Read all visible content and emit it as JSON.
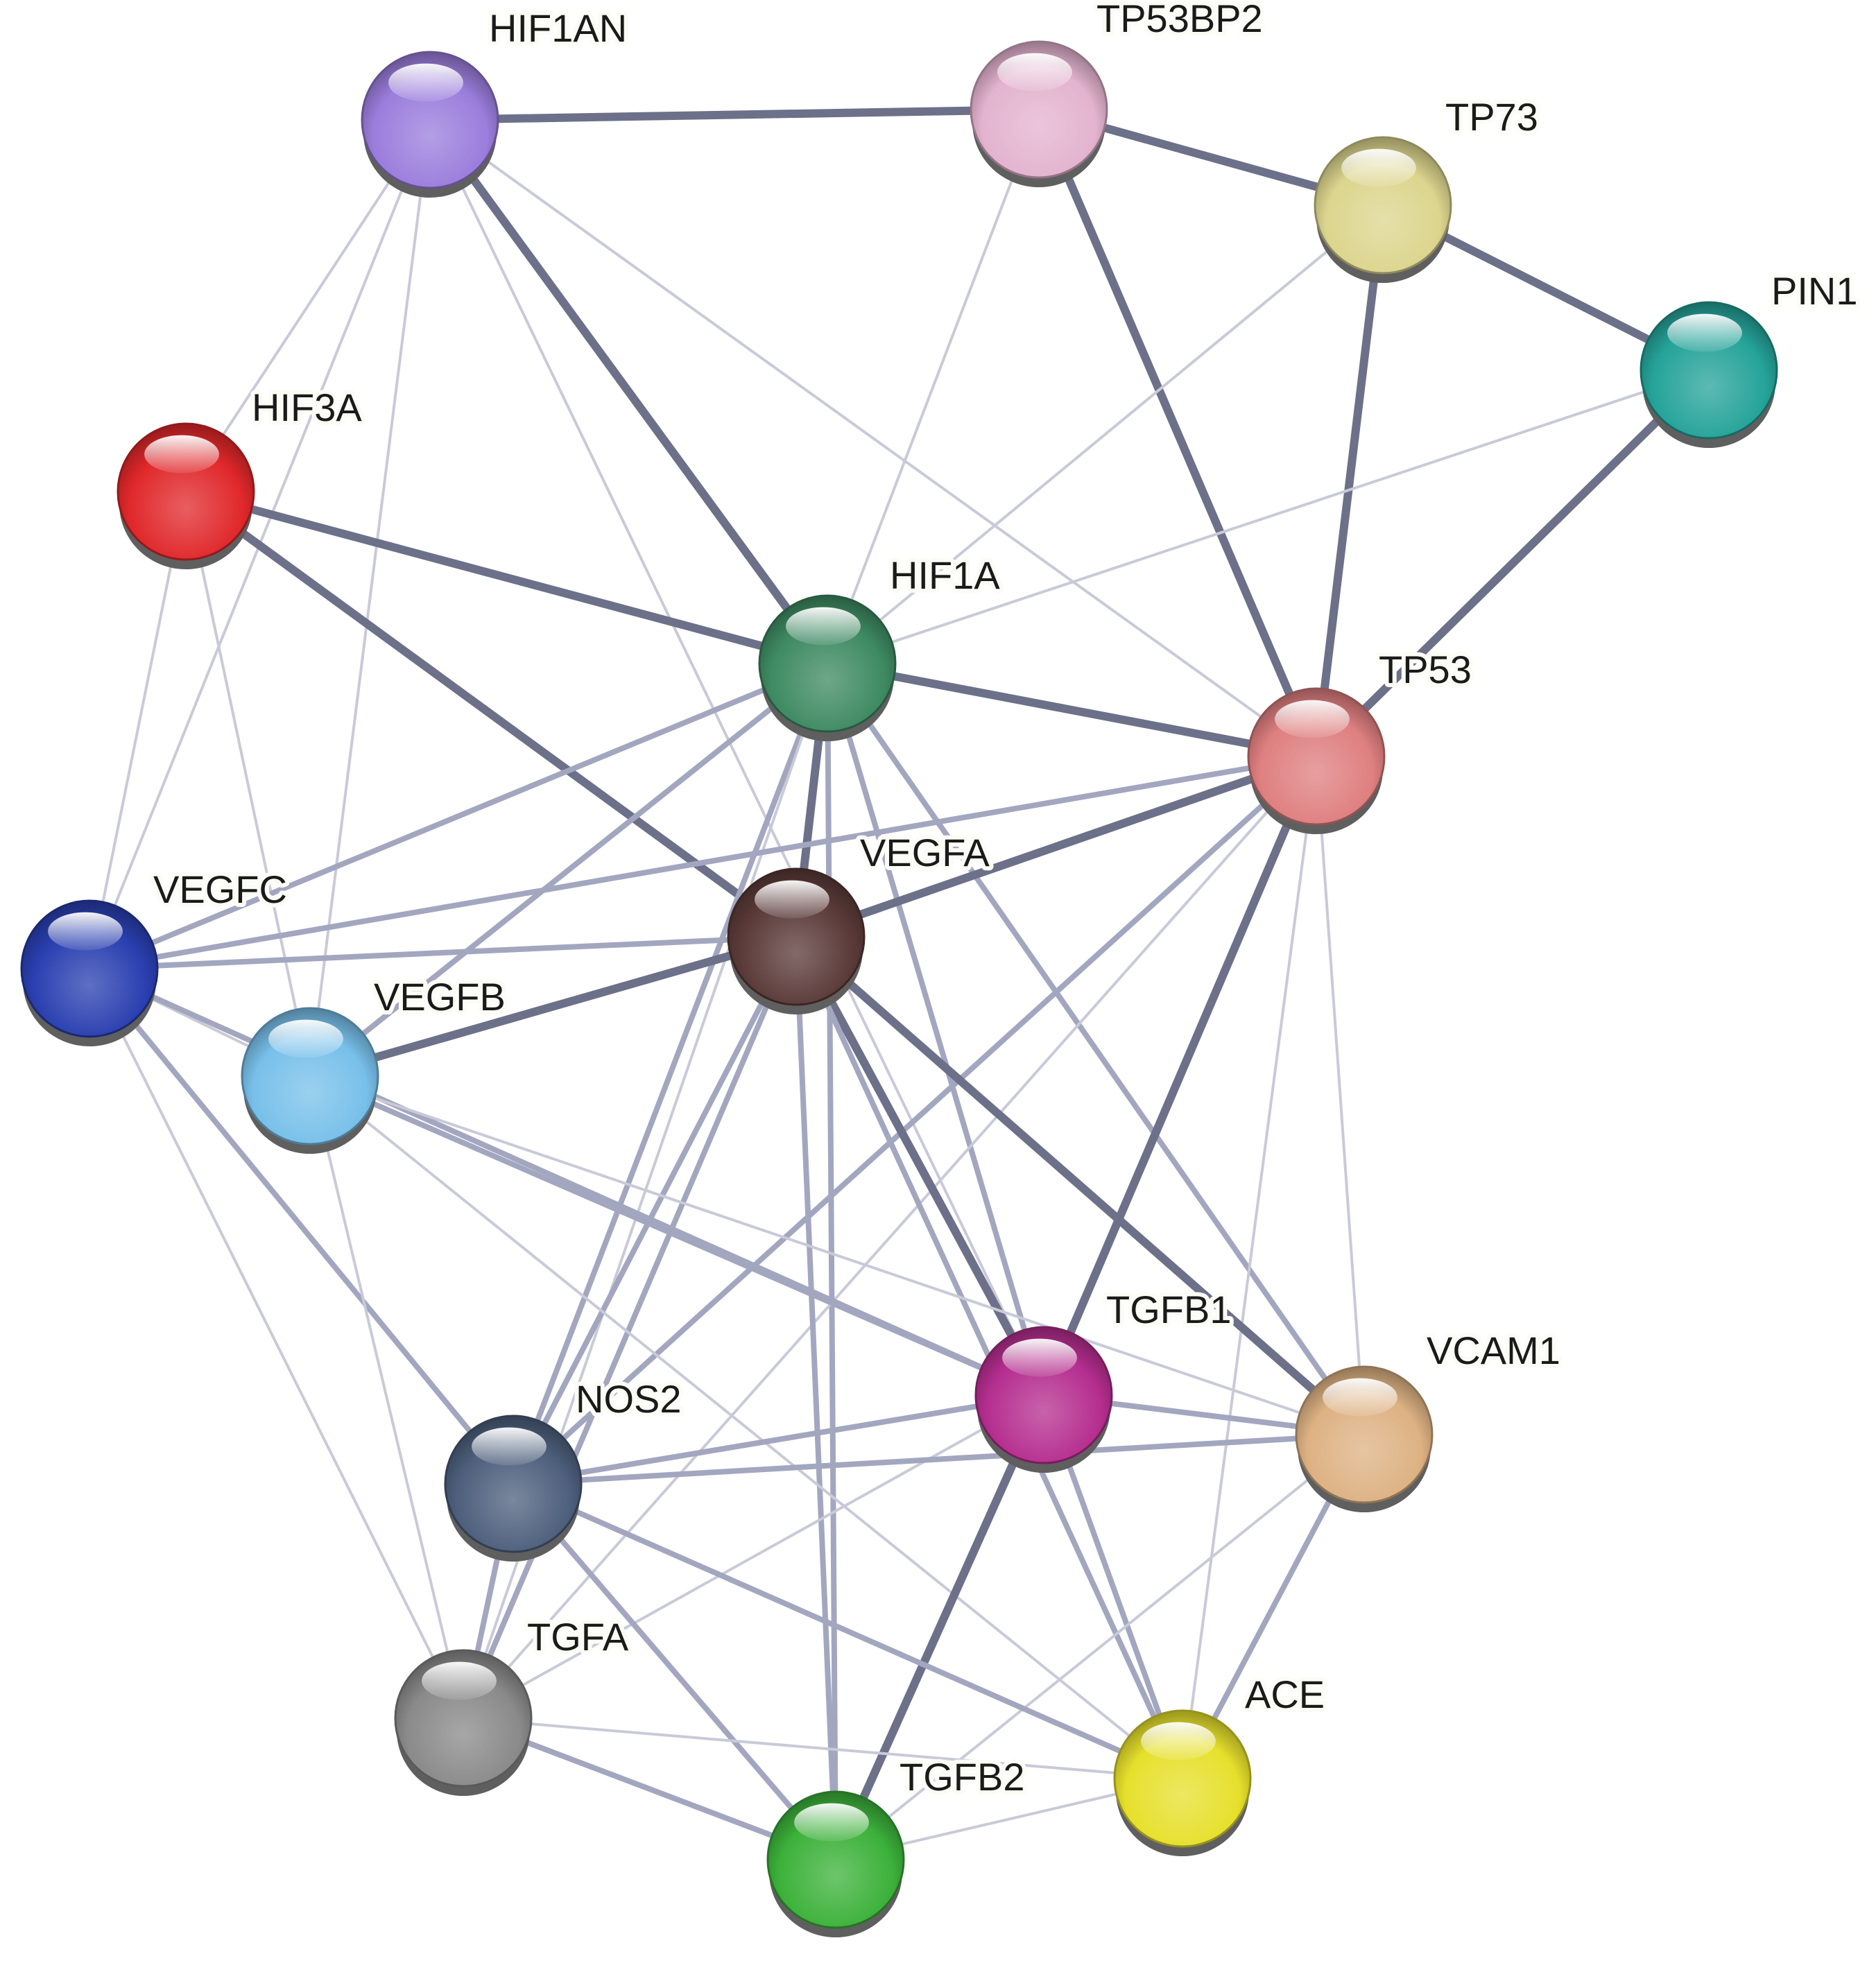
{
  "network": {
    "nodes": [
      {
        "id": "HIF1AN",
        "label": "HIF1AN",
        "color": "#9b7ddc"
      },
      {
        "id": "TP53BP2",
        "label": "TP53BP2",
        "color": "#e3b3cf"
      },
      {
        "id": "TP73",
        "label": "TP73",
        "color": "#dcd58e"
      },
      {
        "id": "PIN1",
        "label": "PIN1",
        "color": "#25a399"
      },
      {
        "id": "HIF3A",
        "label": "HIF3A",
        "color": "#e0282b"
      },
      {
        "id": "HIF1A",
        "label": "HIF1A",
        "color": "#3e8a62"
      },
      {
        "id": "TP53",
        "label": "TP53",
        "color": "#df7f80"
      },
      {
        "id": "VEGFA",
        "label": "VEGFA",
        "color": "#5a3a38"
      },
      {
        "id": "VEGFC",
        "label": "VEGFC",
        "color": "#2a3fb0"
      },
      {
        "id": "VEGFB",
        "label": "VEGFB",
        "color": "#78c0ea"
      },
      {
        "id": "TGFB1",
        "label": "TGFB1",
        "color": "#b52e8f"
      },
      {
        "id": "VCAM1",
        "label": "VCAM1",
        "color": "#ddb283"
      },
      {
        "id": "NOS2",
        "label": "NOS2",
        "color": "#4d5f7c"
      },
      {
        "id": "TGFA",
        "label": "TGFA",
        "color": "#8a8a8a"
      },
      {
        "id": "ACE",
        "label": "ACE",
        "color": "#e6e02c"
      },
      {
        "id": "TGFB2",
        "label": "TGFB2",
        "color": "#3cb13a"
      }
    ],
    "edges": [
      [
        "HIF1AN",
        "TP53BP2",
        3
      ],
      [
        "HIF1AN",
        "HIF1A",
        3
      ],
      [
        "HIF1AN",
        "HIF3A",
        1
      ],
      [
        "HIF1AN",
        "VEGFC",
        1
      ],
      [
        "HIF1AN",
        "TP53",
        1
      ],
      [
        "HIF1AN",
        "TGFB1",
        1
      ],
      [
        "HIF1AN",
        "VEGFB",
        1
      ],
      [
        "TP53BP2",
        "TP73",
        3
      ],
      [
        "TP53BP2",
        "TP53",
        3
      ],
      [
        "TP53BP2",
        "HIF1A",
        1
      ],
      [
        "TP73",
        "PIN1",
        3
      ],
      [
        "TP73",
        "TP53",
        3
      ],
      [
        "TP73",
        "HIF1A",
        1
      ],
      [
        "PIN1",
        "TP53",
        3
      ],
      [
        "PIN1",
        "HIF1A",
        1
      ],
      [
        "HIF3A",
        "HIF1A",
        3
      ],
      [
        "HIF3A",
        "VEGFA",
        3
      ],
      [
        "HIF3A",
        "VEGFC",
        1
      ],
      [
        "HIF3A",
        "VEGFB",
        1
      ],
      [
        "HIF1A",
        "TP53",
        3
      ],
      [
        "HIF1A",
        "VEGFA",
        3
      ],
      [
        "HIF1A",
        "VEGFC",
        2
      ],
      [
        "HIF1A",
        "VEGFB",
        2
      ],
      [
        "HIF1A",
        "NOS2",
        2
      ],
      [
        "HIF1A",
        "TGFB1",
        2
      ],
      [
        "HIF1A",
        "VCAM1",
        2
      ],
      [
        "HIF1A",
        "TGFB2",
        2
      ],
      [
        "HIF1A",
        "TGFA",
        1
      ],
      [
        "TP53",
        "VEGFA",
        3
      ],
      [
        "TP53",
        "VEGFC",
        2
      ],
      [
        "TP53",
        "TGFB1",
        3
      ],
      [
        "TP53",
        "VCAM1",
        1
      ],
      [
        "TP53",
        "NOS2",
        2
      ],
      [
        "TP53",
        "TGFA",
        1
      ],
      [
        "TP53",
        "ACE",
        1
      ],
      [
        "VEGFA",
        "VEGFC",
        2
      ],
      [
        "VEGFA",
        "VEGFB",
        3
      ],
      [
        "VEGFA",
        "TGFB1",
        3
      ],
      [
        "VEGFA",
        "VCAM1",
        3
      ],
      [
        "VEGFA",
        "NOS2",
        2
      ],
      [
        "VEGFA",
        "TGFB2",
        2
      ],
      [
        "VEGFA",
        "ACE",
        2
      ],
      [
        "VEGFA",
        "TGFA",
        2
      ],
      [
        "VEGFC",
        "VEGFB",
        1
      ],
      [
        "VEGFC",
        "NOS2",
        2
      ],
      [
        "VEGFC",
        "TGFB1",
        2
      ],
      [
        "VEGFC",
        "TGFA",
        1
      ],
      [
        "VEGFB",
        "TGFB1",
        2
      ],
      [
        "VEGFB",
        "VCAM1",
        1
      ],
      [
        "VEGFB",
        "ACE",
        1
      ],
      [
        "VEGFB",
        "TGFA",
        1
      ],
      [
        "TGFB1",
        "VCAM1",
        2
      ],
      [
        "TGFB1",
        "NOS2",
        2
      ],
      [
        "TGFB1",
        "TGFB2",
        3
      ],
      [
        "TGFB1",
        "ACE",
        2
      ],
      [
        "TGFB1",
        "TGFA",
        1
      ],
      [
        "VCAM1",
        "NOS2",
        2
      ],
      [
        "VCAM1",
        "ACE",
        2
      ],
      [
        "VCAM1",
        "TGFB2",
        1
      ],
      [
        "NOS2",
        "TGFA",
        2
      ],
      [
        "NOS2",
        "TGFB2",
        2
      ],
      [
        "NOS2",
        "ACE",
        2
      ],
      [
        "TGFA",
        "TGFB2",
        2
      ],
      [
        "TGFA",
        "ACE",
        1
      ],
      [
        "ACE",
        "TGFB2",
        1
      ]
    ]
  }
}
